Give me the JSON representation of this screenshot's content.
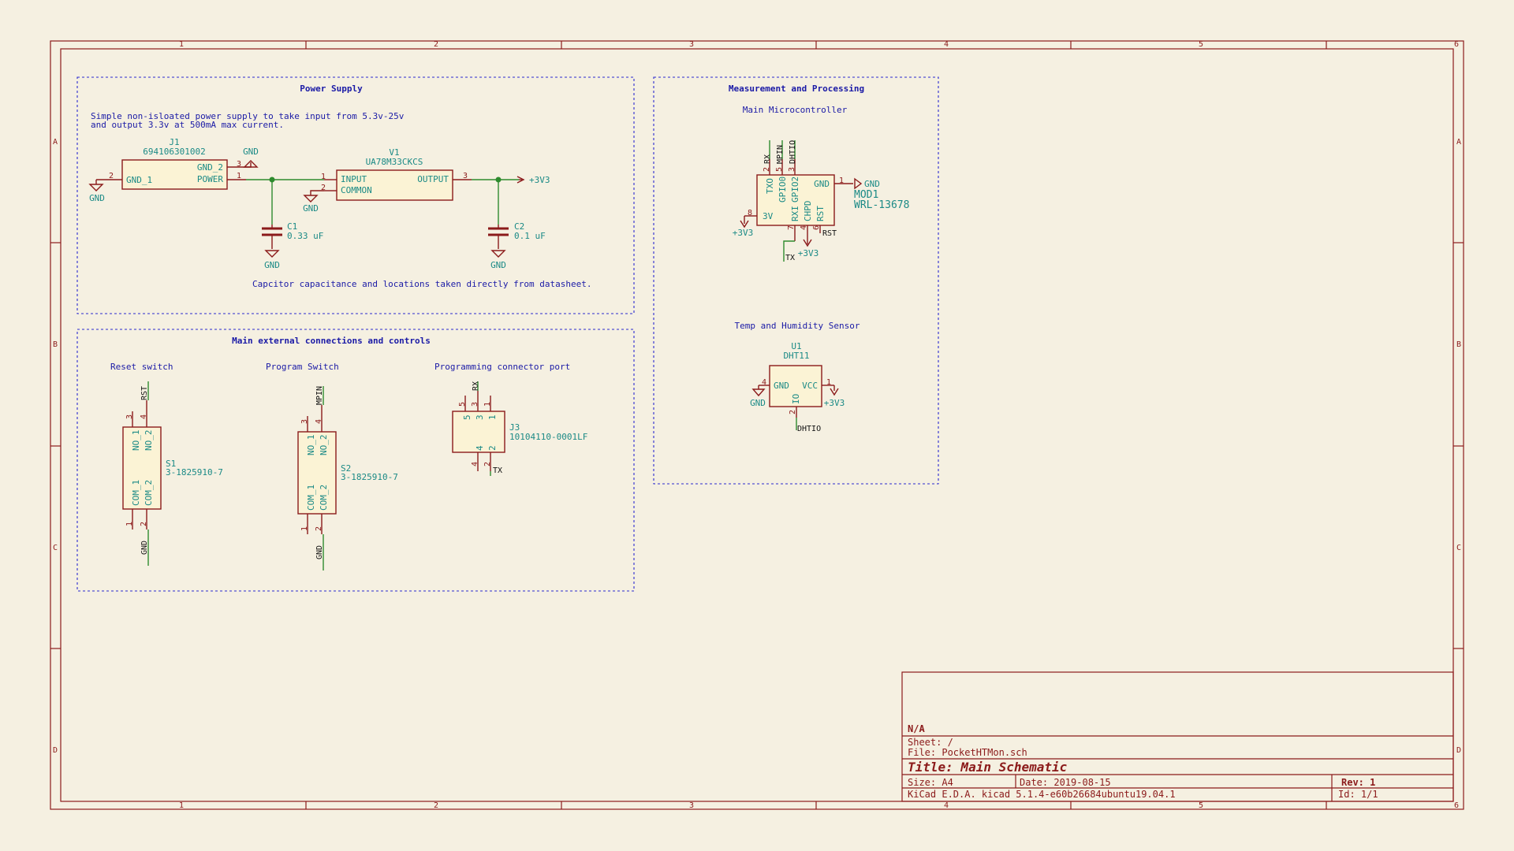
{
  "frame": {
    "columns": [
      "1",
      "2",
      "3",
      "4",
      "5",
      "6"
    ],
    "rows": [
      "A",
      "B",
      "C",
      "D"
    ]
  },
  "blocks": {
    "power": {
      "title": "Power Supply",
      "note_line1": "Simple non-isloated power supply to take input from 5.3v-25v",
      "note_line2": "and output 3.3v at 500mA max current.",
      "footnote": "Capcitor capacitance and locations taken directly from datasheet."
    },
    "external": {
      "title": "Main external connections and controls",
      "reset_label": "Reset switch",
      "program_label": "Program Switch",
      "port_label": "Programming connector port"
    },
    "measure": {
      "title": "Measurement and Processing",
      "mcu_label": "Main Microcontroller",
      "sensor_label": "Temp and Humidity Sensor"
    }
  },
  "components": {
    "j1": {
      "ref": "J1",
      "value": "694106301002",
      "pin_gnd1": "GND_1",
      "pin_gnd2": "GND_2",
      "pin_power": "POWER",
      "n1": "1",
      "n2": "2",
      "n3": "3"
    },
    "v1": {
      "ref": "V1",
      "value": "UA78M33CKCS",
      "pin_input": "INPUT",
      "pin_common": "COMMON",
      "pin_output": "OUTPUT",
      "n1": "1",
      "n2": "2",
      "n3": "3"
    },
    "c1": {
      "ref": "C1",
      "value": "0.33 uF"
    },
    "c2": {
      "ref": "C2",
      "value": "0.1 uF"
    },
    "mod1": {
      "ref": "MOD1",
      "value": "WRL-13678",
      "pin_txo": "TXO",
      "pin_gpio0": "GPIO0",
      "pin_gpio2": "GPIO2",
      "pin_gnd": "GND",
      "pin_3v": "3V",
      "pin_rxi": "RXI",
      "pin_chpd": "CHPD",
      "pin_rst": "RST",
      "n1": "1",
      "n2": "2",
      "n3": "3",
      "n4": "4",
      "n5": "5",
      "n6": "6",
      "n7": "7",
      "n8": "8"
    },
    "u1": {
      "ref": "U1",
      "value": "DHT11",
      "pin_gnd": "GND",
      "pin_vcc": "VCC",
      "pin_io": "IO",
      "n1": "1",
      "n2": "2",
      "n4": "4"
    },
    "s1": {
      "ref": "S1",
      "value": "3-1825910-7",
      "no1": "NO_1",
      "no2": "NO_2",
      "com1": "COM_1",
      "com2": "COM_2",
      "n1": "1",
      "n2": "2",
      "n3": "3",
      "n4": "4"
    },
    "s2": {
      "ref": "S2",
      "value": "3-1825910-7",
      "no1": "NO_1",
      "no2": "NO_2",
      "com1": "COM_1",
      "com2": "COM_2",
      "n1": "1",
      "n2": "2",
      "n3": "3",
      "n4": "4"
    },
    "j3": {
      "ref": "J3",
      "value": "10104110-0001LF",
      "n1": "1",
      "n2": "2",
      "n3": "3",
      "n4": "4",
      "n5": "5"
    }
  },
  "power_symbols": {
    "gnd": "GND",
    "v33": "+3V3"
  },
  "nets": {
    "rx": "RX",
    "tx": "TX",
    "mpin": "MPIN",
    "dhtio": "DHTIO",
    "rst": "RST"
  },
  "title_block": {
    "company": "N/A",
    "sheet": "Sheet: /",
    "file": "File: PocketHTMon.sch",
    "title": "Title: Main Schematic",
    "size": "Size: A4",
    "date": "Date: 2019-08-15",
    "rev": "Rev: 1",
    "tool": "KiCad E.D.A.  kicad 5.1.4-e60b26684ubuntu19.04.1",
    "id": "Id: 1/1"
  }
}
